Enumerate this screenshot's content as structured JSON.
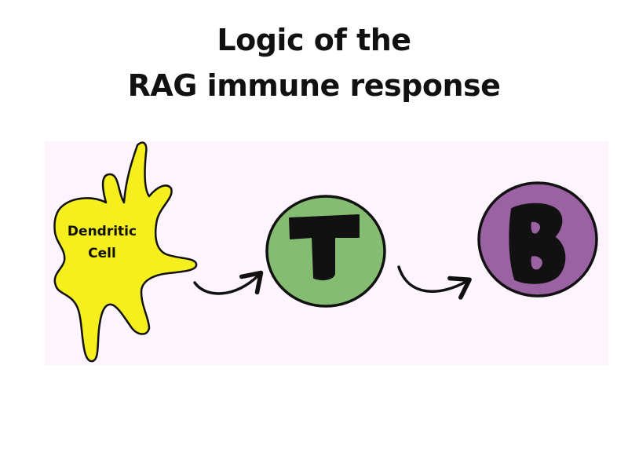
{
  "title": {
    "line1": "Logic of the",
    "line2": "RAG immune response"
  },
  "dendritic_cell": {
    "label_line1": "Dendritic",
    "label_line2": "Cell",
    "color": "#f5ef1e"
  },
  "t_cell": {
    "letter": "T",
    "color": "#84bd72"
  },
  "b_cell": {
    "letter": "B",
    "color": "#9b62a3"
  },
  "colors": {
    "panel_background": "#fdf4fd",
    "outline": "#111111",
    "text": "#111111"
  }
}
